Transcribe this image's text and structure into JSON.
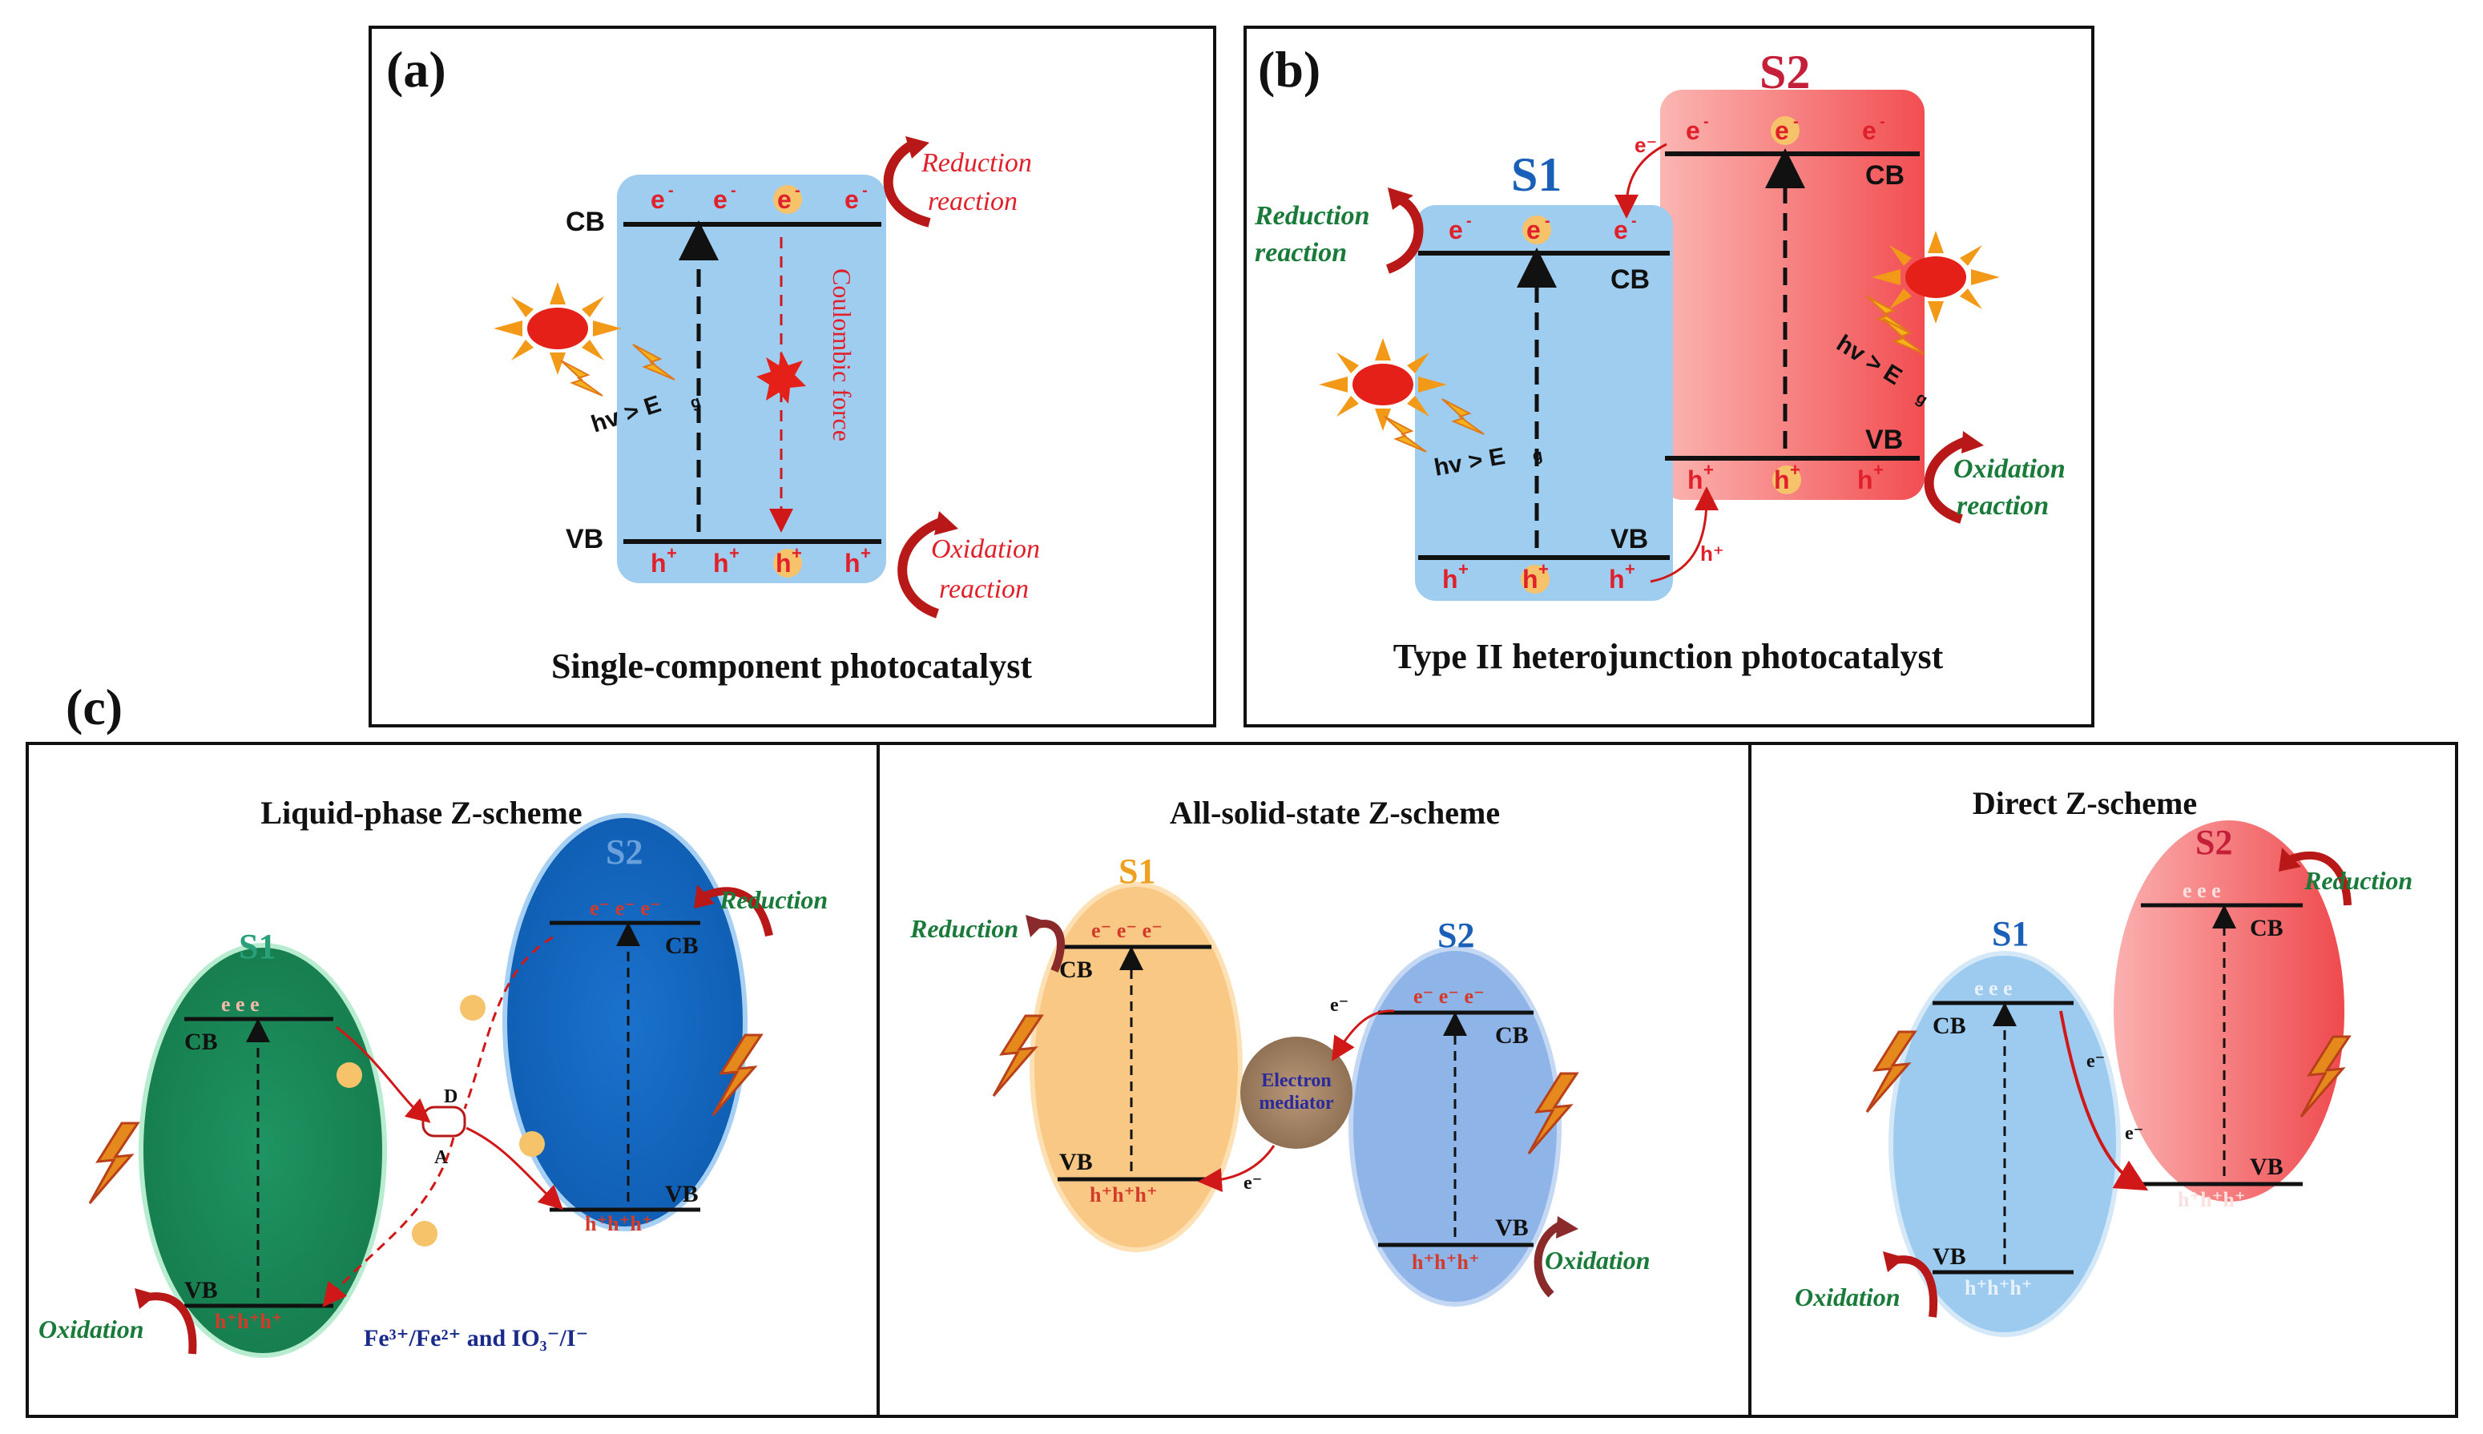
{
  "panel_a": {
    "tag": "(a)",
    "caption": "Single-component photocatalyst",
    "cb": "CB",
    "vb": "VB",
    "electron": "e",
    "hole": "h",
    "reduction": [
      "Reduction",
      "reaction"
    ],
    "oxidation": [
      "Oxidation",
      "reaction"
    ],
    "coulombic": "Coulombic force",
    "hv": "hv > E"
  },
  "panel_b": {
    "tag": "(b)",
    "caption": "Type II heterojunction photocatalyst",
    "s1": "S1",
    "s2": "S2",
    "cb": "CB",
    "vb": "VB",
    "electron": "e",
    "hole": "h",
    "reduction": [
      "Reduction",
      "reaction"
    ],
    "oxidation": [
      "Oxidation",
      "reaction"
    ],
    "hv": "hv > E"
  },
  "panel_c": {
    "tag": "(c)",
    "liquid": {
      "title": "Liquid-phase Z-scheme",
      "s1": "S1",
      "s2": "S2",
      "cb": "CB",
      "vb": "VB",
      "reduction": "Reduction",
      "oxidation": "Oxidation",
      "donor": "D",
      "acceptor": "A",
      "redox_pair": "Fe³⁺/Fe²⁺ and IO₃⁻/I⁻"
    },
    "solid": {
      "title": "All-solid-state Z-scheme",
      "s1": "S1",
      "s2": "S2",
      "cb": "CB",
      "vb": "VB",
      "reduction": "Reduction",
      "oxidation": "Oxidation",
      "mediator": [
        "Electron",
        "mediator"
      ]
    },
    "direct": {
      "title": "Direct Z-scheme",
      "s1": "S1",
      "s2": "S2",
      "cb": "CB",
      "vb": "VB",
      "reduction": "Reduction",
      "oxidation": "Oxidation"
    }
  },
  "colors": {
    "band_blue": "#9fcdf0",
    "band_pink": "#f8a0a0",
    "ellipse_green": "#1e8a5a",
    "ellipse_blue": "#1a6fc8",
    "ellipse_orange": "#f9c884",
    "ellipse_lightblue": "#8fb4e8",
    "red_text": "#e0202a",
    "green_text": "#1a7a3a",
    "s_blue": "#1a5fb8",
    "s_red": "#c4203a",
    "s_orange": "#f0a020",
    "s_teal": "#2aa07a",
    "navy": "#1a2a8a"
  }
}
